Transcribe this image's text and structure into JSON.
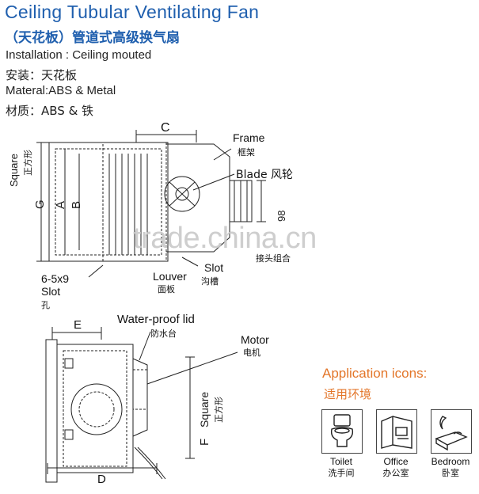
{
  "header": {
    "title": "Ceiling Tubular Ventilating Fan",
    "subtitle": "（天花板）管道式高级换气扇"
  },
  "specs": {
    "install_en": "Installation : Ceiling mouted",
    "install_cn": "安装：天花板",
    "material_en": "Materal:ABS & Metal",
    "material_cn": "材质：ABS & 铁"
  },
  "top_diagram": {
    "dim_c": "C",
    "dim_g": "G",
    "dim_a": "A",
    "dim_b": "B",
    "square_en": "Square",
    "square_cn": "正方形",
    "frame_en": "Frame",
    "frame_cn": "框架",
    "blade": "Blade 风轮",
    "dim_98": "98",
    "joint_cn": "接头组合",
    "slot_hole_size": "6-5x9",
    "slot_hole_en": "Slot",
    "slot_hole_cn": "孔",
    "louver_en": "Louver",
    "louver_cn": "面板",
    "slot_en": "Slot",
    "slot_cn": "沟槽"
  },
  "bottom_diagram": {
    "waterproof_en": "Water-proof lid",
    "waterproof_cn": "防水台",
    "dim_e": "E",
    "motor_en": "Motor",
    "motor_cn": "电机",
    "square_en": "Square",
    "square_cn": "正方形",
    "dim_f": "F",
    "dim_d": "D"
  },
  "application": {
    "title": "Application icons:",
    "subtitle": "适用环境",
    "icons": [
      {
        "icon": "toilet-icon",
        "en": "Toilet",
        "cn": "洗手间"
      },
      {
        "icon": "office-icon",
        "en": "Office",
        "cn": "办公室"
      },
      {
        "icon": "bedroom-icon",
        "en": "Bedroom",
        "cn": "卧室"
      }
    ]
  },
  "watermark": "trade.china.cn"
}
